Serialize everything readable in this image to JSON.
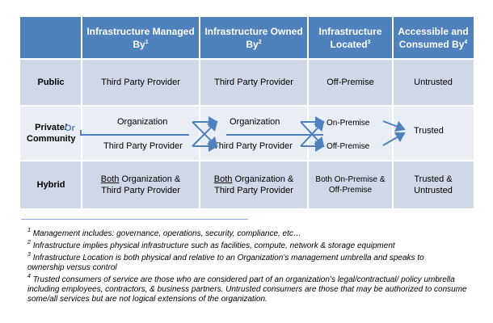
{
  "columns": [
    {
      "label": "Infrastructure Managed By",
      "sup": "1"
    },
    {
      "label": "Infrastructure Owned By",
      "sup": "2"
    },
    {
      "label": "Infrastructure Located",
      "sup": "3"
    },
    {
      "label": "Accessible and Consumed By",
      "sup": "4"
    }
  ],
  "rows": {
    "public": {
      "label": "Public",
      "managed": "Third Party Provider",
      "owned": "Third Party Provider",
      "located": "Off-Premise",
      "consumed": "Untrusted"
    },
    "private": {
      "label": "Private/ Community",
      "or": "Or",
      "managed_top": "Organization",
      "managed_bottom": "Third Party Provider",
      "owned_top": "Organization",
      "owned_bottom": "Third Party Provider",
      "located_top": "On-Premise",
      "located_bottom": "Off-Premise",
      "consumed": "Trusted"
    },
    "hybrid": {
      "label": "Hybrid",
      "managed_1a": "Both",
      "managed_1b": " Organization &",
      "managed_2": "Third Party Provider",
      "owned_1a": "Both",
      "owned_1b": " Organization &",
      "owned_2": "Third Party Provider",
      "located_1": "Both On-Premise &",
      "located_2": "Off-Premise",
      "consumed_1": "Trusted &",
      "consumed_2": "Untrusted"
    }
  },
  "footnotes": [
    {
      "num": "1",
      "text": "Management includes: governance, operations, security, compliance, etc…"
    },
    {
      "num": "2",
      "text": "Infrastructure implies physical infrastructure such as facilities, compute, network & storage equipment"
    },
    {
      "num": "3",
      "text": "Infrastructure Location is both physical and relative to an Organization’s management umbrella and speaks to ownership versus control"
    },
    {
      "num": "4",
      "text": "Trusted consumers of service are those who are considered part of an organization’s legal/contractual/ policy umbrella including employees, contractors, & business partners.  Untrusted consumers are those that may be authorized to consume some/all services but are not logical extensions of the organization."
    }
  ],
  "colors": {
    "header": "#4f81bd",
    "band_dark": "#d0d8e8",
    "band_light": "#e9edf4",
    "arrow": "#4f81bd"
  }
}
